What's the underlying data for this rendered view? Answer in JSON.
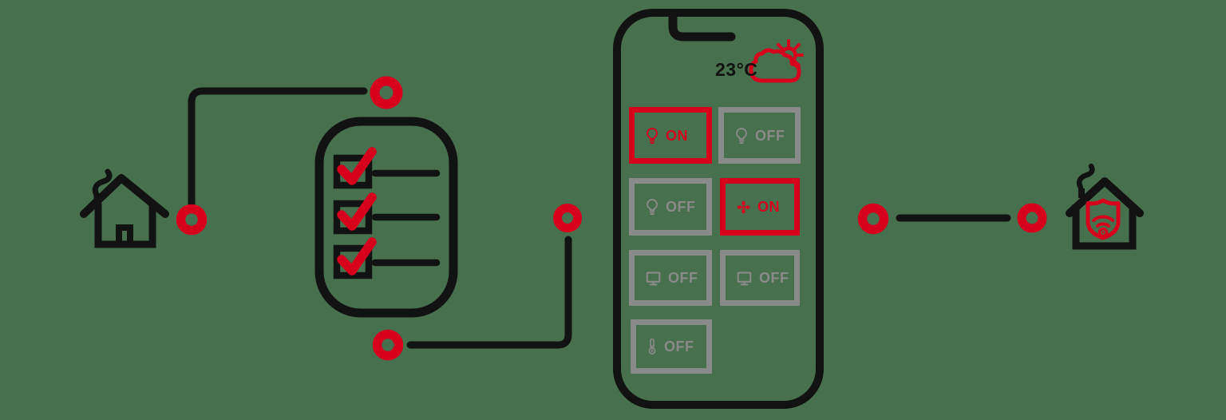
{
  "colors": {
    "background": "#47704e",
    "ink_black": "#121212",
    "accent_red": "#d6001d",
    "inactive_gray": "#8a8a8a"
  },
  "scene": {
    "left_house_icon": "house-icon",
    "right_house_icon": "shield-house-icon",
    "checklist_icon": "checklist-icon",
    "checklist_items_checked": 3,
    "connector_ring_count": 6
  },
  "phone": {
    "weather": {
      "temperature": "23°C",
      "weather_icon": "sun-behind-cloud-icon"
    },
    "buttons": [
      {
        "device": "light-1",
        "icon": "lightbulb-icon",
        "state": "ON"
      },
      {
        "device": "light-2",
        "icon": "lightbulb-icon",
        "state": "OFF"
      },
      {
        "device": "light-3",
        "icon": "lightbulb-icon",
        "state": "OFF"
      },
      {
        "device": "fan-1",
        "icon": "fan-icon",
        "state": "ON"
      },
      {
        "device": "screen-1",
        "icon": "monitor-icon",
        "state": "OFF"
      },
      {
        "device": "screen-2",
        "icon": "monitor-icon",
        "state": "OFF"
      },
      {
        "device": "thermostat-1",
        "icon": "thermometer-icon",
        "state": "OFF"
      }
    ]
  }
}
